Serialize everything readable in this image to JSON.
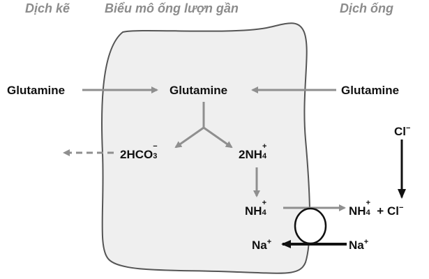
{
  "headers": {
    "left": "Dịch kẽ",
    "center": "Biểu mô ống lượn gần",
    "right": "Dịch ống"
  },
  "labels": {
    "glutamine_left": "Glutamine",
    "glutamine_center": "Glutamine",
    "glutamine_right": "Glutamine",
    "bicarbonate_main": "2HCO",
    "bicarbonate_sub": "3",
    "bicarbonate_sup": "−",
    "ammonium2_main": "2NH",
    "ammonium2_sub": "4",
    "ammonium2_sup": "+",
    "ammonium_cell_main": "NH",
    "ammonium_cell_sub": "4",
    "ammonium_cell_sup": "+",
    "ammonium_lumen_main": "NH",
    "ammonium_lumen_sub": "4",
    "ammonium_lumen_sup": "+",
    "plus_chloride": "+ Cl",
    "chloride_sup": "−",
    "chloride_top": "Cl",
    "chloride_top_sup": "−",
    "sodium_cell": "Na",
    "sodium_cell_sup": "+",
    "sodium_lumen": "Na",
    "sodium_lumen_sup": "+"
  },
  "colors": {
    "cell_fill": "#efefef",
    "cell_stroke": "#555555",
    "arrow_gray": "#8f8f8f",
    "arrow_black": "#111111",
    "header_text": "#8c8c8c"
  }
}
